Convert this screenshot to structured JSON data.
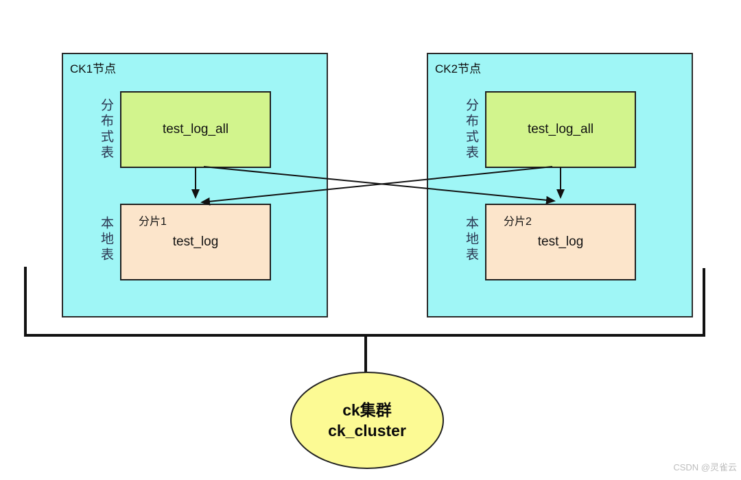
{
  "diagram": {
    "nodes": [
      {
        "title": "CK1节点",
        "distributed_label": "分布式表",
        "distributed_table": "test_log_all",
        "local_label": "本地表",
        "shard_label": "分片1",
        "local_table": "test_log"
      },
      {
        "title": "CK2节点",
        "distributed_label": "分布式表",
        "distributed_table": "test_log_all",
        "local_label": "本地表",
        "shard_label": "分片2",
        "local_table": "test_log"
      }
    ],
    "cluster": {
      "line1": "ck集群",
      "line2": "ck_cluster"
    },
    "watermark": "CSDN @灵雀云",
    "colors": {
      "node_fill": "#9ff6f6",
      "distributed_table_fill": "#d2f48d",
      "local_table_fill": "#fce5cb",
      "cluster_fill": "#fcfa94",
      "connector": "#111111"
    }
  }
}
